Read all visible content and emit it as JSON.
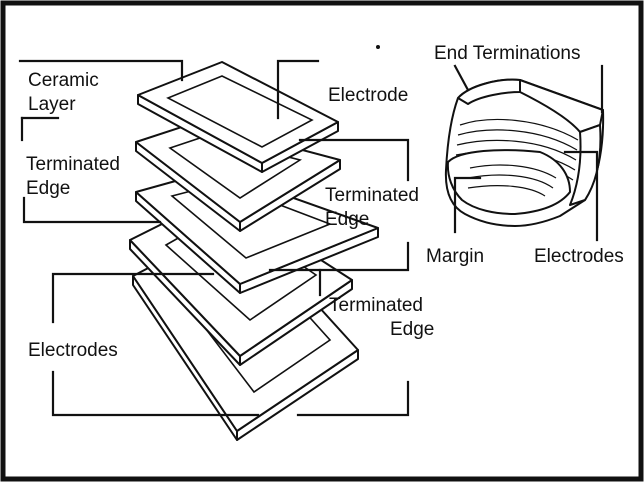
{
  "labels": {
    "ceramic_layer_1": "Ceramic",
    "ceramic_layer_2": "Layer",
    "electrode": "Electrode",
    "terminated_edge_left_1": "Terminated",
    "terminated_edge_left_2": "Edge",
    "terminated_edge_mid_1": "Terminated",
    "terminated_edge_mid_2": "Edge",
    "terminated_edge_low_1": "Terminated",
    "terminated_edge_low_2": "Edge",
    "electrodes_left": "Electrodes",
    "end_terminations": "End Terminations",
    "margin": "Margin",
    "electrodes_right": "Electrodes"
  }
}
